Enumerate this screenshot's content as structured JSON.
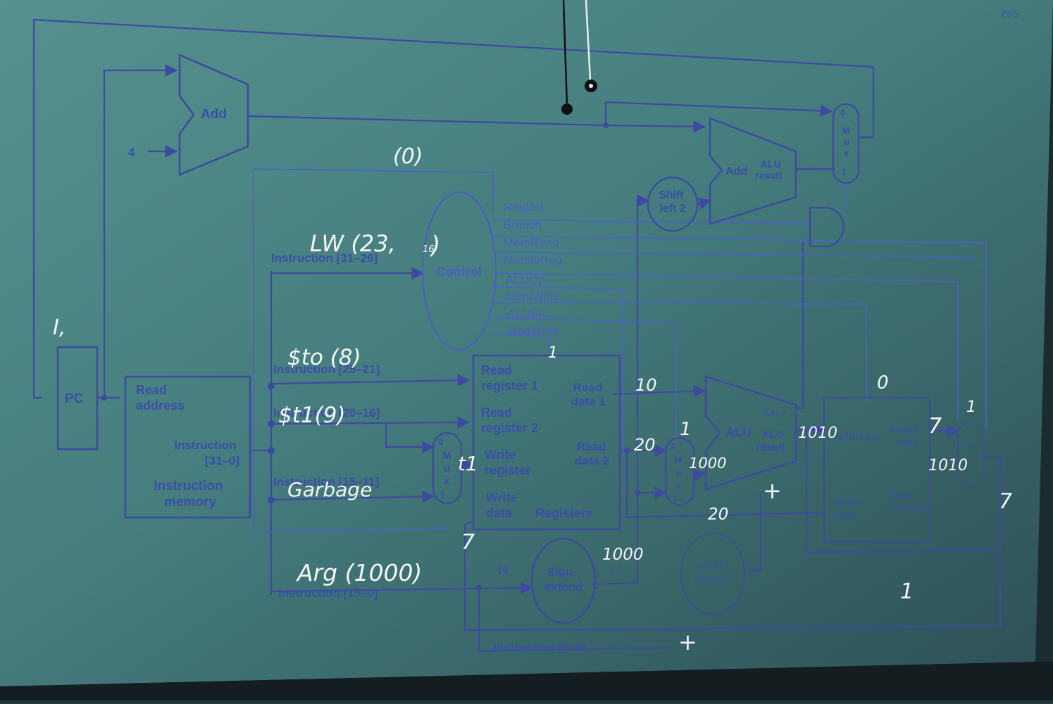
{
  "diagram": {
    "page_number": "265",
    "blocks": {
      "pc": "PC",
      "add_pc": "Add",
      "const_four": "4",
      "imem_read_address": [
        "Read",
        "address"
      ],
      "imem_instruction": [
        "Instruction",
        "[31–0]"
      ],
      "imem_name": [
        "Instruction",
        "memory"
      ],
      "control": "Control",
      "reg_read1": [
        "Read",
        "register 1"
      ],
      "reg_read2": [
        "Read",
        "register 2"
      ],
      "reg_write_reg": [
        "Write",
        "register"
      ],
      "reg_write_data": [
        "Write",
        "data"
      ],
      "reg_read_data1": [
        "Read",
        "data 1"
      ],
      "reg_read_data2": [
        "Read",
        "data 2"
      ],
      "registers": "Registers",
      "sign_extend": [
        "Sign-",
        "extend"
      ],
      "shift_left": [
        "Shift",
        "left 2"
      ],
      "add_branch": "Add",
      "add_branch_result": [
        "ALU",
        "result"
      ],
      "alu": "ALU",
      "alu_zero": "Zero",
      "alu_result": [
        "ALU",
        "result"
      ],
      "alu_control": [
        "ALU",
        "control"
      ],
      "dmem_address": "Address",
      "dmem_read_data": [
        "Read",
        "data"
      ],
      "dmem_write_data": [
        "Write",
        "data"
      ],
      "dmem_name": [
        "Data",
        "memory"
      ],
      "mux_letters": [
        "M",
        "u",
        "x"
      ],
      "mux_zero": "0",
      "mux_one": "1",
      "bits_16": "16",
      "bits_32": "32"
    },
    "instruction_fields": {
      "op": "Instruction [31–26]",
      "rs": "Instruction [25–21]",
      "rt": "Instruction [20–16]",
      "rd": "Instruction [15–11]",
      "imm": "Instruction [15–0]",
      "funct": "Instruction [5–0]"
    },
    "control_signals": [
      "RegDst",
      "Branch",
      "MemRead",
      "MemtoReg",
      "ALUOp",
      "MemWrite",
      "ALUSrc",
      "RegWrite"
    ]
  },
  "annotations": {
    "instr_id": "I,",
    "regdst_value": "(0)",
    "opcode": "LW (23,",
    "opcode_sub": "16",
    "opcode_close": ")",
    "rs_reg": "$to (8)",
    "rt_reg": "$t1(9)",
    "rd_garbage": "Garbage",
    "imm_arg": "Arg (1000)",
    "mux_t1": "t1",
    "write_reg_seven": "7",
    "regwrite_one": "1",
    "read_data1_val": "10",
    "read_data2_val": "20",
    "alusrc_one": "1",
    "mux_out_val": "1000",
    "alu_plus": "+",
    "alu_result_val": "1010",
    "to_write_data_val": "20",
    "sign_ext_val": "1000",
    "alu_control_plus": "+",
    "memwrite_zero": "0",
    "dmem_read_seven": "7",
    "memtoreg_one": "1",
    "wb_mux_val": "1010",
    "wb_out_seven": "7",
    "memread_one": "1"
  }
}
